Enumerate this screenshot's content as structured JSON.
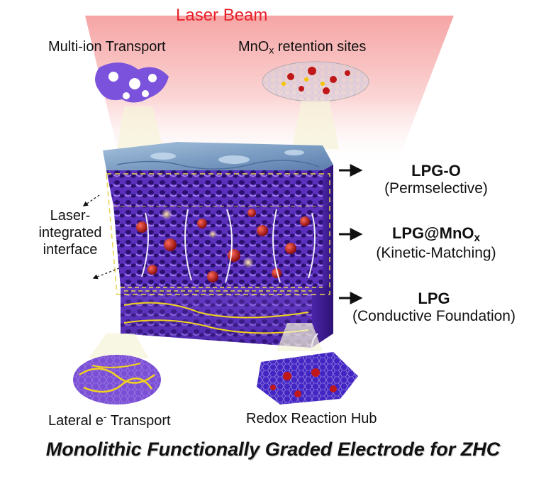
{
  "diagram": {
    "beam_label": "Laser Beam",
    "top_left_label": "Multi-ion Transport",
    "top_right_label": {
      "text": "MnO",
      "sub": "x",
      "suffix": " retention sites"
    },
    "interface_label": [
      "Laser-",
      "integrated",
      "interface"
    ],
    "layers": [
      {
        "name": "LPG-O",
        "role": "(Permselective)"
      },
      {
        "name": "LPG@MnO",
        "name_sub": "x",
        "role": "(Kinetic-Matching)"
      },
      {
        "name": "LPG",
        "role": "(Conductive Foundation)"
      }
    ],
    "bottom_left_label": {
      "text": "Lateral e",
      "sup": "-",
      "suffix": " Transport"
    },
    "bottom_right_label": "Redox Reaction Hub",
    "footer": "Monolithic Functionally Graded Electrode for ZHC"
  },
  "colors": {
    "beam_red": "#e8202a",
    "purple_dark": "#3b1a8c",
    "purple_mid": "#6a3fc9",
    "purple_light": "#9a72e0",
    "blue_top": "#7fa6c8",
    "mnox_red": "#b01818",
    "graphene_yellow": "#f2d21e"
  },
  "icons": [
    "arrow-right-icon",
    "arrow-right-icon",
    "arrow-right-icon"
  ]
}
